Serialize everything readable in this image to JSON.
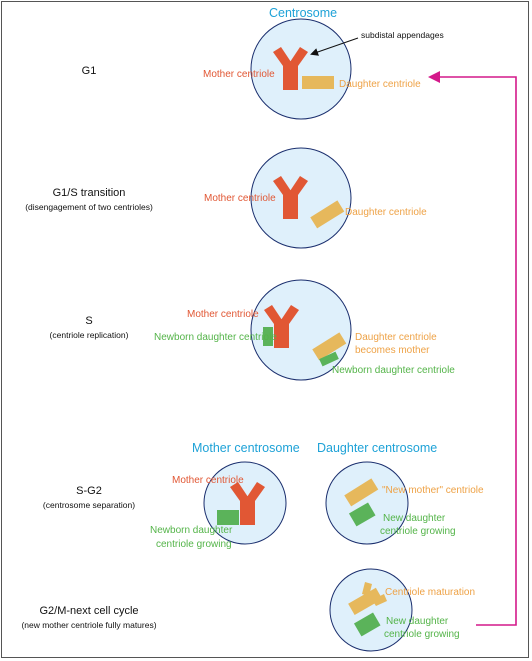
{
  "colors": {
    "mother": "#e15734",
    "daughter": "#e6b85c",
    "newborn": "#5bb35a",
    "cell_fill": "#dff0fb",
    "cell_stroke": "#1b2f6e",
    "arrow": "#d4198a",
    "heading": "#1ea2d7"
  },
  "top_heading": "Centrosome",
  "annotation": "subdistal appendages",
  "stages": [
    {
      "name": "G1",
      "detail": ""
    },
    {
      "name": "G1/S transition",
      "detail": "(disengagement of two centrioles)"
    },
    {
      "name": "S",
      "detail": "(centriole replication)"
    },
    {
      "name": "S-G2",
      "detail": "(centrosome separation)"
    },
    {
      "name": "G2/M-next cell cycle",
      "detail": "(new mother centriole fully matures)"
    }
  ],
  "labels": {
    "g1_mother": "Mother centriole",
    "g1_daughter": "Daughter centriole",
    "g1s_mother": "Mother centriole",
    "g1s_daughter": "Daughter centriole",
    "s_mother": "Mother centriole",
    "s_newborn": "Newborn daughter centriole",
    "s_daughter_1": "Daughter centriole",
    "s_daughter_2": "becomes mother",
    "s_newborn2": "Newborn daughter centriole",
    "sg2_mother_heading": "Mother centrosome",
    "sg2_daughter_heading": "Daughter centrosome",
    "sg2_mother": "Mother centriole",
    "sg2_newborn_1": "Newborn daughter",
    "sg2_newborn_2": "centriole growing",
    "sg2_newmother": "\"New mother\" centriole",
    "sg2_newdaughter_1": "New daughter",
    "sg2_newdaughter_2": "centriole growing",
    "g2m_maturation": "Centriole maturation",
    "g2m_newdaughter_1": "New daughter",
    "g2m_newdaughter_2": "centriole growing"
  }
}
